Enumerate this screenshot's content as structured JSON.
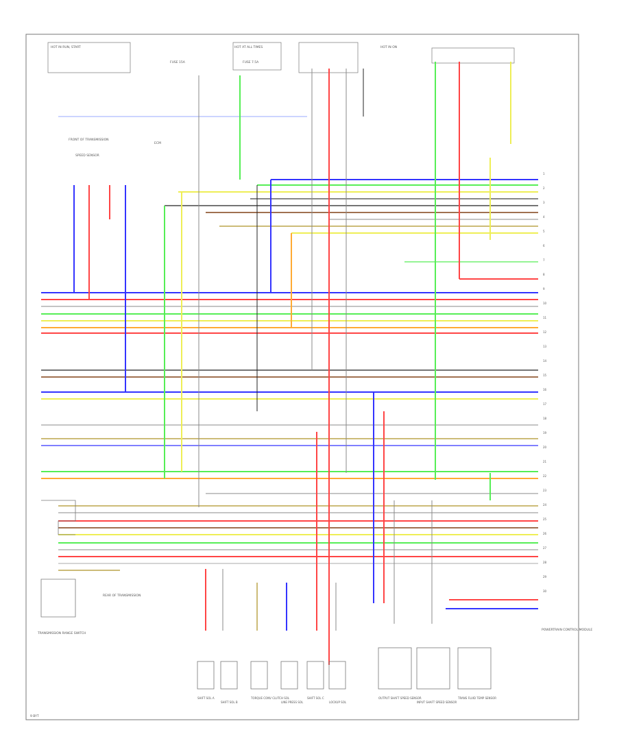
{
  "colors": {
    "blue": "#3333ff",
    "red": "#ff4444",
    "green": "#55ee55",
    "yellow": "#eeee55",
    "orange": "#ffaa33",
    "brown": "#a07050",
    "gray": "#888888",
    "violet": "#bb66ff",
    "black": "#222222",
    "tan": "#ccbb77",
    "lightblue": "#99aaff",
    "pink": "#ffaaaa"
  },
  "labels": {
    "top_left_box": "HOT IN RUN, START",
    "top_mid_box": "HOT AT ALL TIMES",
    "top_right_box": "HOT IN ON",
    "fuse_a": "FUSE 15A",
    "fuse_b": "FUSE 7.5A",
    "front_trans": "FRONT OF TRANSMISSION",
    "gear_sensor": "SPEED SENSOR",
    "ecm_box": "ECM",
    "pcm": "POWERTRAIN CONTROL MODULE",
    "trans_sw": "TRANSMISSION RANGE SWITCH",
    "rear_trans": "REAR OF TRANSMISSION",
    "page_ref": "9 BYT"
  },
  "right_pins": [
    "1",
    "2",
    "3",
    "4",
    "5",
    "6",
    "7",
    "8",
    "9",
    "10",
    "11",
    "12",
    "13",
    "14",
    "15",
    "16",
    "17",
    "18",
    "19",
    "20",
    "21",
    "22",
    "23",
    "24",
    "25",
    "26",
    "27",
    "28",
    "29",
    "30"
  ],
  "bottom_components": [
    {
      "id": "c1",
      "label": "SHIFT SOL A"
    },
    {
      "id": "c2",
      "label": "SHIFT SOL B"
    },
    {
      "id": "c3",
      "label": "TORQUE CONV CLUTCH SOL"
    },
    {
      "id": "c4",
      "label": "LINE PRESS SOL"
    },
    {
      "id": "c5",
      "label": "SHIFT SOL C"
    },
    {
      "id": "c6",
      "label": "LOCKUP SOL"
    },
    {
      "id": "c7",
      "label": "OUTPUT SHAFT SPEED SENSOR"
    },
    {
      "id": "c8",
      "label": "INPUT SHAFT SPEED SENSOR"
    },
    {
      "id": "c9",
      "label": "TRANS FLUID TEMP SENSOR"
    }
  ]
}
